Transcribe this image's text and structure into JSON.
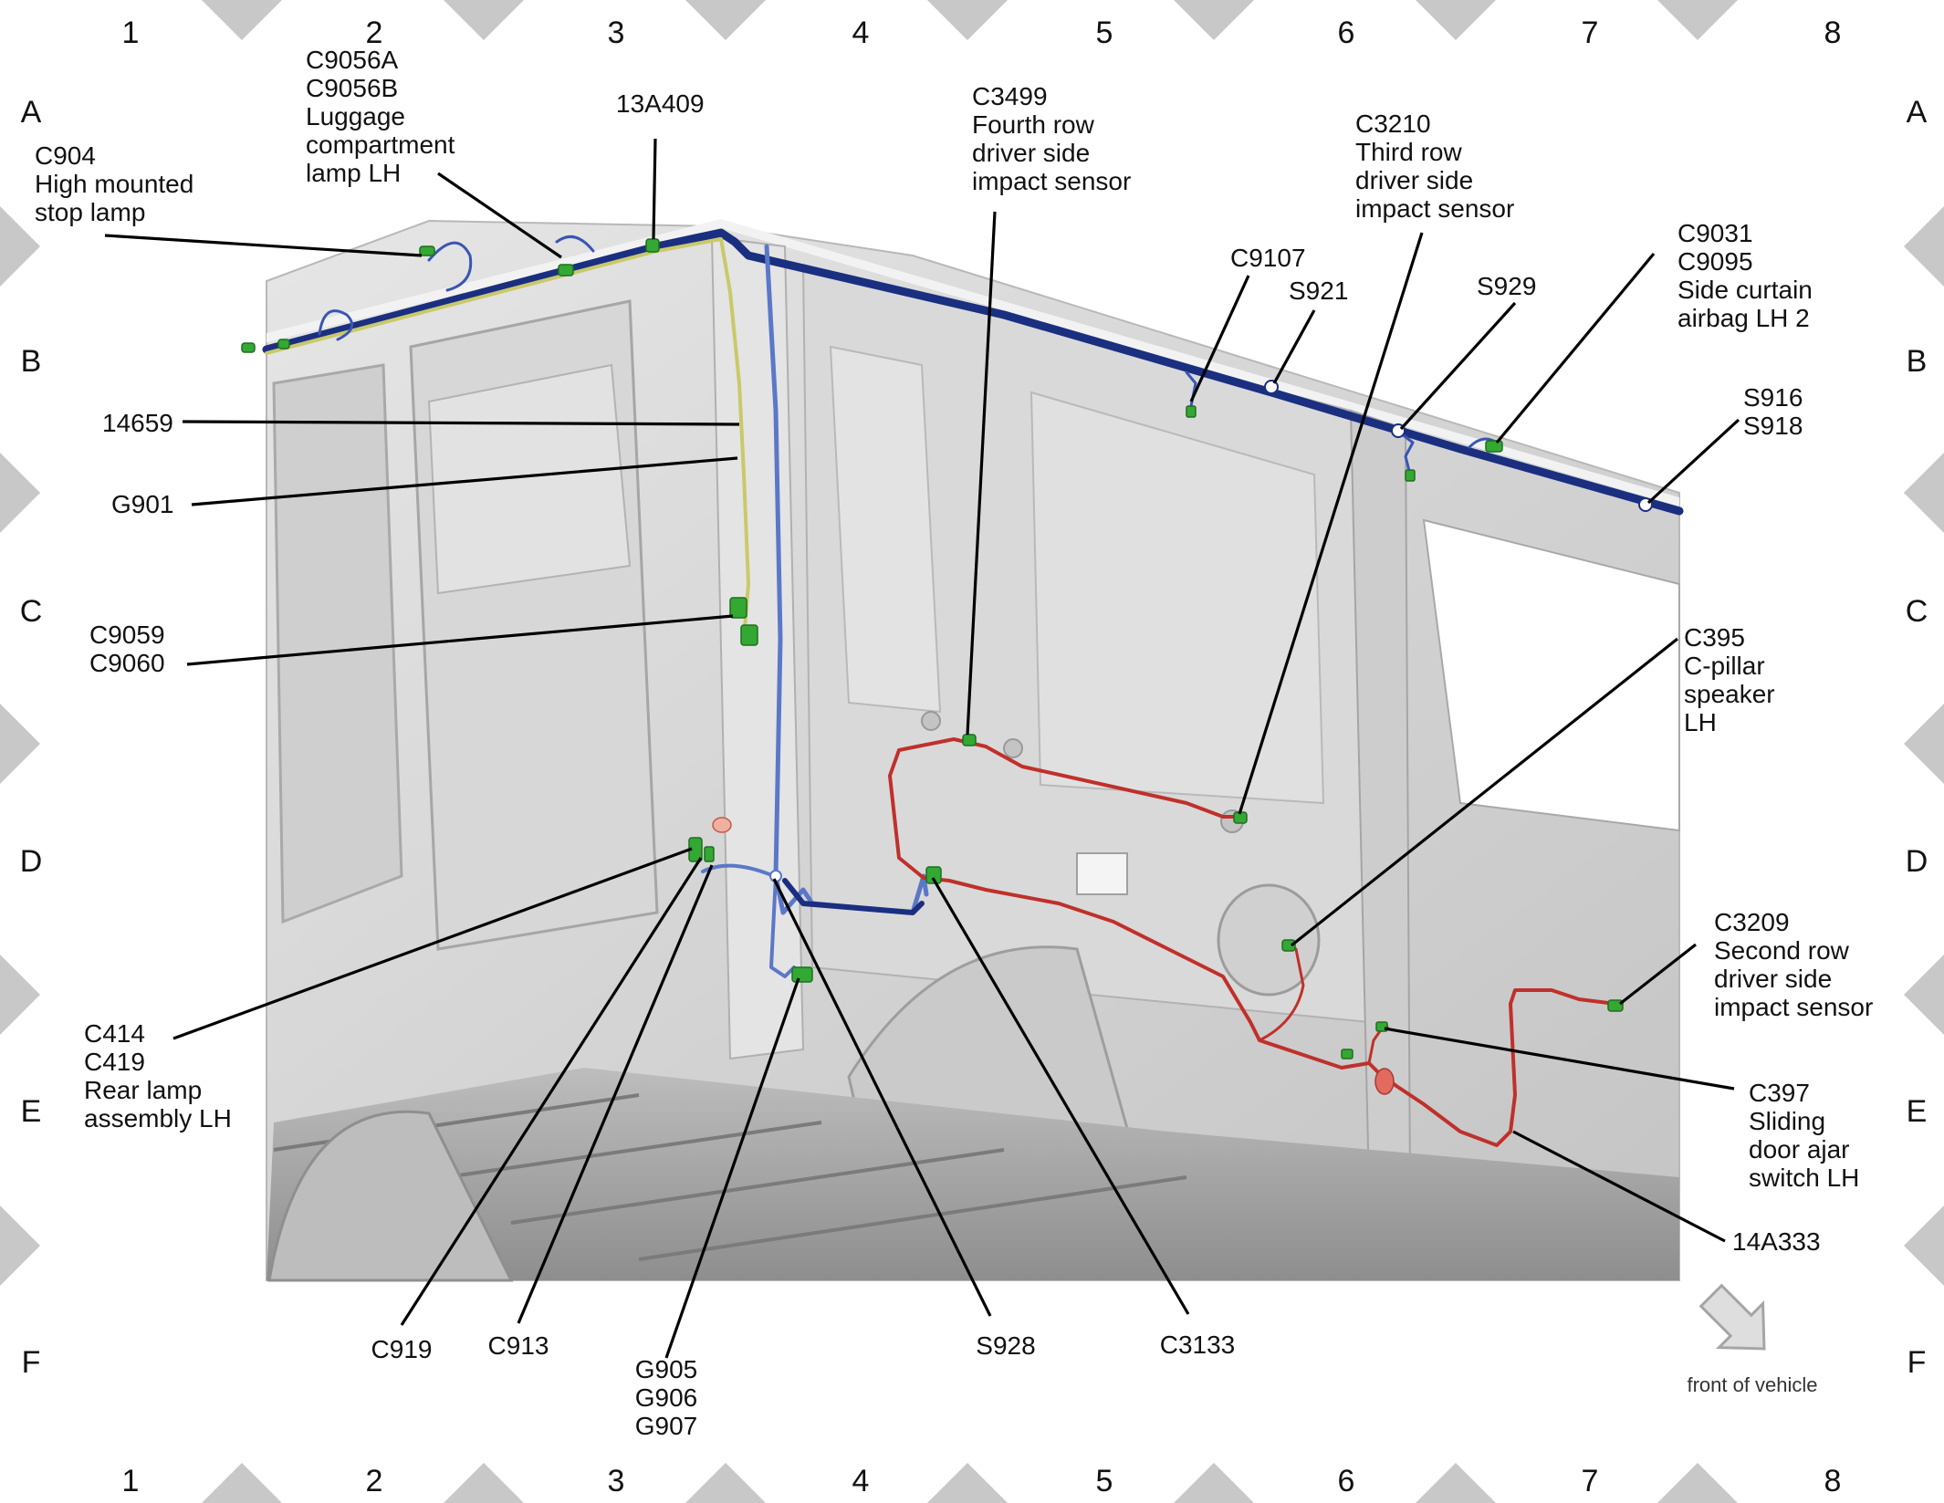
{
  "grid": {
    "columns": [
      "1",
      "2",
      "3",
      "4",
      "5",
      "6",
      "7",
      "8"
    ],
    "rows": [
      "A",
      "B",
      "C",
      "D",
      "E",
      "F"
    ]
  },
  "callouts": [
    {
      "id": "c904",
      "lines": [
        "C904",
        "High mounted",
        "stop lamp"
      ]
    },
    {
      "id": "c9056",
      "lines": [
        "C9056A",
        "C9056B",
        "Luggage",
        "compartment",
        "lamp LH"
      ]
    },
    {
      "id": "13a409",
      "lines": [
        "13A409"
      ]
    },
    {
      "id": "c3499",
      "lines": [
        "C3499",
        "Fourth row",
        "driver side",
        "impact sensor"
      ]
    },
    {
      "id": "c3210",
      "lines": [
        "C3210",
        "Third row",
        "driver side",
        "impact sensor"
      ]
    },
    {
      "id": "c9107",
      "lines": [
        "C9107"
      ]
    },
    {
      "id": "s921",
      "lines": [
        "S921"
      ]
    },
    {
      "id": "s929",
      "lines": [
        "S929"
      ]
    },
    {
      "id": "c9031",
      "lines": [
        "C9031",
        "C9095",
        "Side curtain",
        "airbag LH 2"
      ]
    },
    {
      "id": "s916",
      "lines": [
        "S916",
        "S918"
      ]
    },
    {
      "id": "14659",
      "lines": [
        "14659"
      ]
    },
    {
      "id": "g901",
      "lines": [
        "G901"
      ]
    },
    {
      "id": "c9059",
      "lines": [
        "C9059",
        "C9060"
      ]
    },
    {
      "id": "c395",
      "lines": [
        "C395",
        "C-pillar",
        "speaker",
        "LH"
      ]
    },
    {
      "id": "c3209",
      "lines": [
        "C3209",
        "Second row",
        "driver side",
        "impact sensor"
      ]
    },
    {
      "id": "c414",
      "lines": [
        "C414",
        "C419",
        "Rear lamp",
        "assembly LH"
      ]
    },
    {
      "id": "c397",
      "lines": [
        "C397",
        "Sliding",
        "door ajar",
        "switch LH"
      ]
    },
    {
      "id": "14a333",
      "lines": [
        "14A333"
      ]
    },
    {
      "id": "c919",
      "lines": [
        "C919"
      ]
    },
    {
      "id": "c913",
      "lines": [
        "C913"
      ]
    },
    {
      "id": "g905",
      "lines": [
        "G905",
        "G906",
        "G907"
      ]
    },
    {
      "id": "s928",
      "lines": [
        "S928"
      ]
    },
    {
      "id": "c3133",
      "lines": [
        "C3133"
      ]
    }
  ],
  "orientation": {
    "caption": "front of vehicle",
    "icon": "arrow-down-right-icon"
  },
  "colors": {
    "harness_main": "#1a2f80",
    "harness_roof": "#c9c96a",
    "harness_blue": "#5b77c8",
    "harness_red": "#c0302a",
    "connector": "#33a833",
    "panel": "#d9d9d9",
    "border_diamond": "#c8c8c8"
  }
}
